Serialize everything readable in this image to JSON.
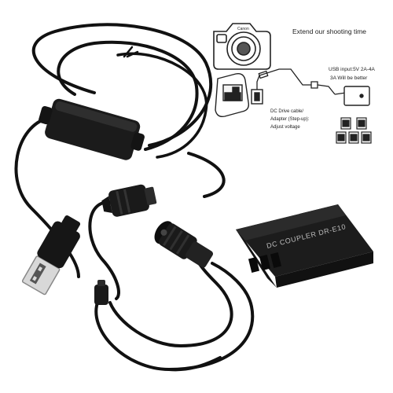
{
  "diagram": {
    "headline": "Extend our shooting time",
    "usb_input_line1": "USB input:5V 2A-4A",
    "usb_input_line2": "3A Will be better",
    "converter_line1": "DC Drive cable/",
    "converter_line2": "Adapter (Step-up):",
    "converter_line3": "Adjust voltage",
    "camera_brand": "Canon"
  },
  "product": {
    "coupler_print": "DC COUPLER DR-E10"
  },
  "colors": {
    "cable": "#111111",
    "coupler_body": "#2a2a2a",
    "line_art": "#222222",
    "background": "#ffffff"
  }
}
